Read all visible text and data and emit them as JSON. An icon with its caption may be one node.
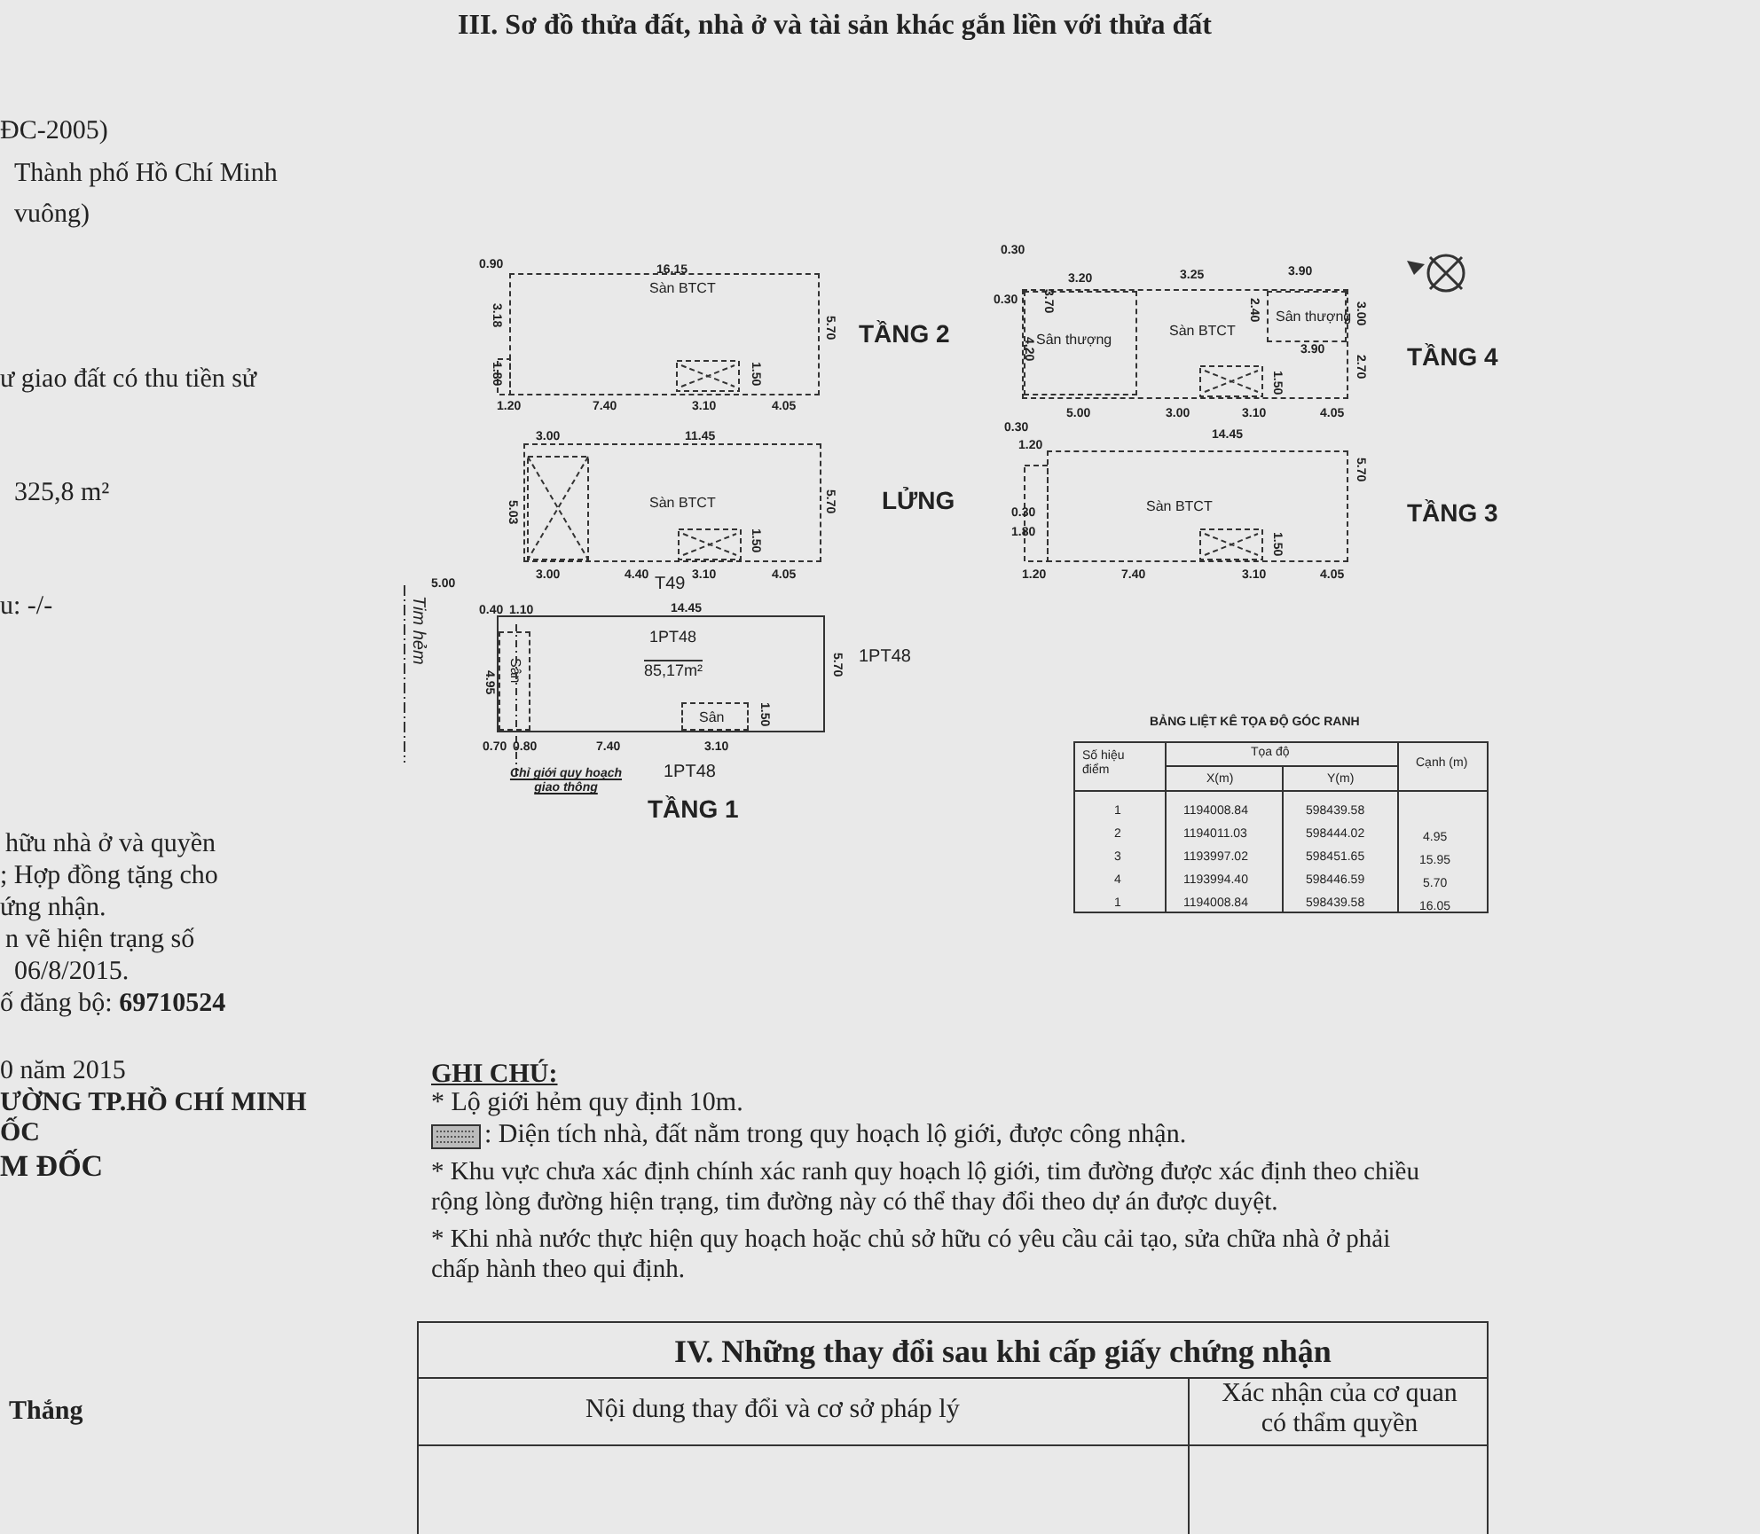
{
  "diagram": {
    "title": "III. Sơ đồ thửa đất, nhà ở và tài sản khác gắn liền với thửa đất",
    "nodes": [
      {
        "text": [
          "Sàn BTCT"
        ],
        "beside": [
          "TẦNG 2"
        ]
      },
      {
        "text": [
          "Sàn BTCT"
        ],
        "beside": [
          "LỬNG"
        ]
      },
      {
        "text": [
          "Sàn BTCT"
        ],
        "beside": [
          "TẦNG 4"
        ]
      },
      {
        "text": [
          "Sân thượng"
        ],
        "in": 2
      },
      {
        "text": [
          "Sân thượng"
        ],
        "in": 2
      },
      {
        "text": [
          "Sàn BTCT"
        ],
        "beside": [
          "TẦNG 3"
        ]
      },
      {
        "text": [
          "1PT48",
          "85,17m²"
        ],
        "beside": [
          "TẦNG 1"
        ]
      },
      {
        "text": [
          "Sân"
        ],
        "in": 6
      },
      {
        "text": [
          "Sân"
        ],
        "in": 6
      }
    ],
    "labels": [
      "ĐC-2005)",
      "Thành phố Hồ Chí Minh",
      "vuông)",
      "ư giao đất có thu tiền sử",
      "325,8 m²",
      "u:  -/-",
      "hữu nhà ở và quyền",
      "; Hợp đồng tặng cho",
      "ứng nhận.",
      "n vẽ hiện trạng số",
      "06/8/2015.",
      "ố đăng bộ: **69710524**",
      "0 năm 2015",
      "ƯỜNG TP.HỒ CHÍ MINH",
      "ỐC",
      "M ĐỐC",
      "Thắng",
      "Tim hẻm",
      "T49",
      "1PT48",
      "1PT48",
      "Chỉ giới quy hoạch giao thông",
      "0.90",
      "16.15",
      "3.18",
      "1.80",
      "5.70",
      "1.50",
      "1.20",
      "7.40",
      "3.10",
      "4.05",
      "3.00",
      "11.45",
      "5.03",
      "5.70",
      "1.50",
      "3.00",
      "4.40",
      "3.10",
      "4.05",
      "5.00",
      "0.30",
      "3.20",
      "3.25",
      "3.90",
      "0.30",
      "3.70",
      "4.20",
      "2.40",
      "3.00",
      "3.90",
      "2.70",
      "1.50",
      "5.00",
      "3.00",
      "3.10",
      "4.05",
      "0.30",
      "1.20",
      "14.45",
      "0.30",
      "1.80",
      "5.70",
      "1.50",
      "1.20",
      "7.40",
      "3.10",
      "4.05",
      "0.40",
      "1.10",
      "14.45",
      "4.95",
      "5.70",
      "1.50",
      "0.70",
      "0.80",
      "7.40",
      "3.10",
      "BẢNG LIỆT KÊ TỌA ĐỘ GÓC RANH",
      "Số hiệu điểm",
      "Tọa độ",
      "Cạnh (m)",
      "X(m)",
      "Y(m)",
      "1",
      "1194008.84",
      "598439.58",
      "2",
      "1194011.03",
      "598444.02",
      "3",
      "1193997.02",
      "598451.65",
      "4",
      "1193994.40",
      "598446.59",
      "1",
      "1194008.84",
      "598439.58",
      "4.95",
      "15.95",
      "5.70",
      "16.05",
      "GHI CHÚ:",
      "* Lộ giới hẻm quy định 10m.",
      "* Khu vực chưa xác định chính xác ranh quy hoạch lộ giới, tim đường được xác định theo chiều rộng lòng đường hiện trạng, tim đường này có thể thay đổi theo dự án được duyệt.",
      "* Khi nhà nước thực hiện quy hoạch hoặc chủ sở hữu có yêu cầu cải tạo, sửa chữa nhà ở phải chấp hành theo qui định.",
      "IV. Những thay đổi sau khi cấp giấy chứng nhận",
      "Nội dung thay đổi và cơ sở pháp lý",
      "Xác nhận của cơ quan có thẩm quyền"
    ],
    "legend": [
      {
        "text": ": Diện tích nhà, đất nằm trong quy hoạch lộ giới, được công nhận."
      }
    ]
  }
}
